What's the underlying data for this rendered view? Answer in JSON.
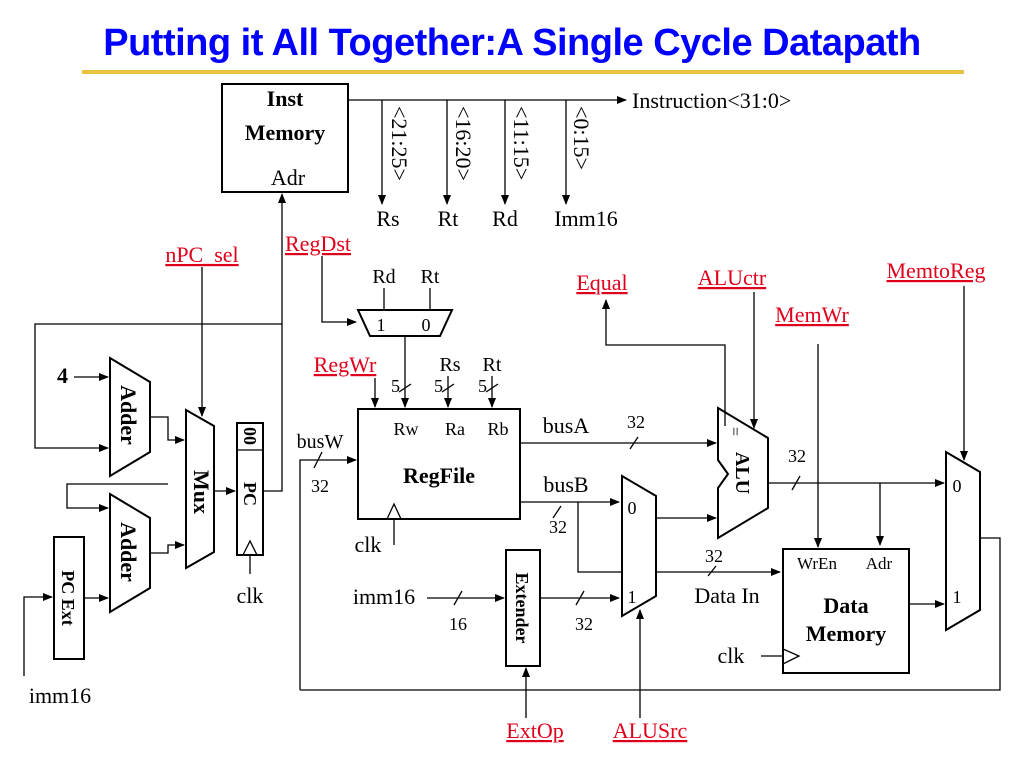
{
  "title": "Putting it All Together:A Single Cycle Datapath",
  "colors": {
    "title": "#0000ff",
    "title_underline": "#e8c341",
    "control_signal": "#e0001b",
    "wire": "#000000"
  },
  "inst_memory": {
    "line1": "Inst",
    "line2": "Memory",
    "port": "Adr"
  },
  "instruction_label": "Instruction<31:0>",
  "fields": [
    {
      "bits": "<21:25>",
      "name": "Rs"
    },
    {
      "bits": "<16:20>",
      "name": "Rt"
    },
    {
      "bits": "<11:15>",
      "name": "Rd"
    },
    {
      "bits": "<0:15>",
      "name": "Imm16"
    }
  ],
  "controls": {
    "npc_sel": "nPC_sel",
    "regdst": "RegDst",
    "regwr": "RegWr",
    "equal": "Equal",
    "aluctr": "ALUctr",
    "memwr": "MemWr",
    "memtoreg": "MemtoReg",
    "extop": "ExtOp",
    "alusrc": "ALUSrc"
  },
  "regdst_mux": {
    "rd": "Rd",
    "rt": "Rt",
    "in1": "1",
    "in0": "0"
  },
  "regfile": {
    "name": "RegFile",
    "rw": "Rw",
    "ra": "Ra",
    "rb": "Rb",
    "rs": "Rs",
    "rt": "Rt",
    "clk": "clk"
  },
  "widths": {
    "w5": "5",
    "w32": "32",
    "w16": "16"
  },
  "buses": {
    "busA": "busA",
    "busB": "busB",
    "busW": "busW"
  },
  "pc_logic": {
    "four": "4",
    "adder": "Adder",
    "mux": "Mux",
    "pc": "PC",
    "pc_bits": "00",
    "clk": "clk",
    "pc_ext": "PC Ext",
    "imm16": "imm16"
  },
  "extender": {
    "name": "Extender",
    "imm16": "imm16"
  },
  "alusrc_mux": {
    "in0": "0",
    "in1": "1"
  },
  "alu": {
    "name": "ALU",
    "eq": "="
  },
  "data_memory": {
    "line1": "Data",
    "line2": "Memory",
    "wren": "WrEn",
    "adr": "Adr",
    "data_in": "Data In",
    "clk": "clk"
  },
  "memtoreg_mux": {
    "in0": "0",
    "in1": "1"
  }
}
